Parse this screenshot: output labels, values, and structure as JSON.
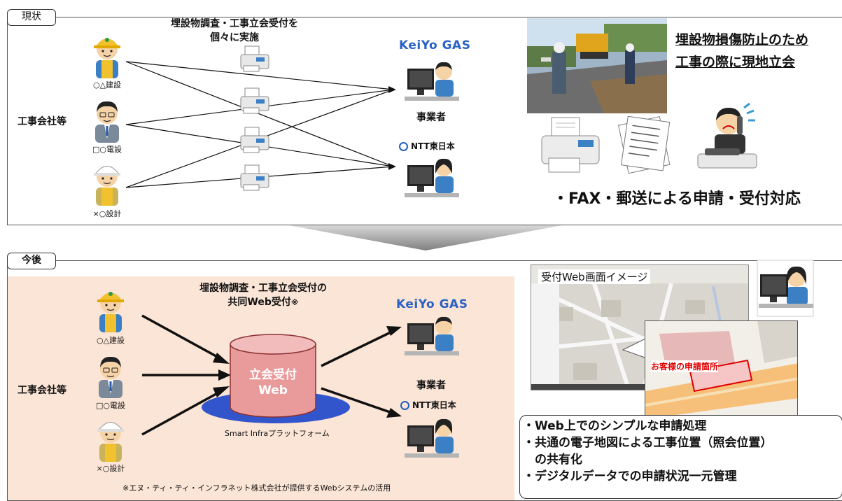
{
  "current": {
    "tag": "現状",
    "heading": [
      "埋設物調査・工事立会受付を",
      "個々に実施"
    ],
    "companies_group": "工事会社等",
    "companies": [
      "○△建設",
      "□○電設",
      "×○設計"
    ],
    "operator_label": "事業者",
    "keiyo_logo": "KeiYo GAS",
    "ntt_logo": "NTT東日本",
    "photo_title": [
      "埋設物損傷防止のため",
      "工事の際に現地立会"
    ],
    "method": "・FAX・郵送による申請・受付対応"
  },
  "future": {
    "tag": "今後",
    "heading": [
      "埋設物調査・工事立会受付の",
      "共同Web受付"
    ],
    "heading_mark": "※",
    "companies_group": "工事会社等",
    "companies": [
      "○△建設",
      "□○電設",
      "×○設計"
    ],
    "system_label": [
      "立会受付",
      "Web"
    ],
    "platform": "Smart Infraプラットフォーム",
    "operator_label": "事業者",
    "keiyo_logo": "KeiYo GAS",
    "ntt_logo": "NTT東日本",
    "footnote": "※エヌ・ティ・ティ・インフラネット株式会社が提供するWebシステムの活用",
    "web_caption": "受付Web画面イメージ",
    "map_callout": "お客様の申請箇所",
    "bullets": [
      "・Web上でのシンプルな申請処理",
      "・共通の電子地図による工事位置（照会位置）",
      "　の共有化",
      "・デジタルデータでの申請状況一元管理"
    ]
  },
  "colors": {
    "future_bg": "#fbe5d6",
    "logo_blue": "#2b62c5",
    "cylinder_fill": "#e99a9a",
    "platform_blue": "#3355cc",
    "callout_red": "#e00000"
  }
}
